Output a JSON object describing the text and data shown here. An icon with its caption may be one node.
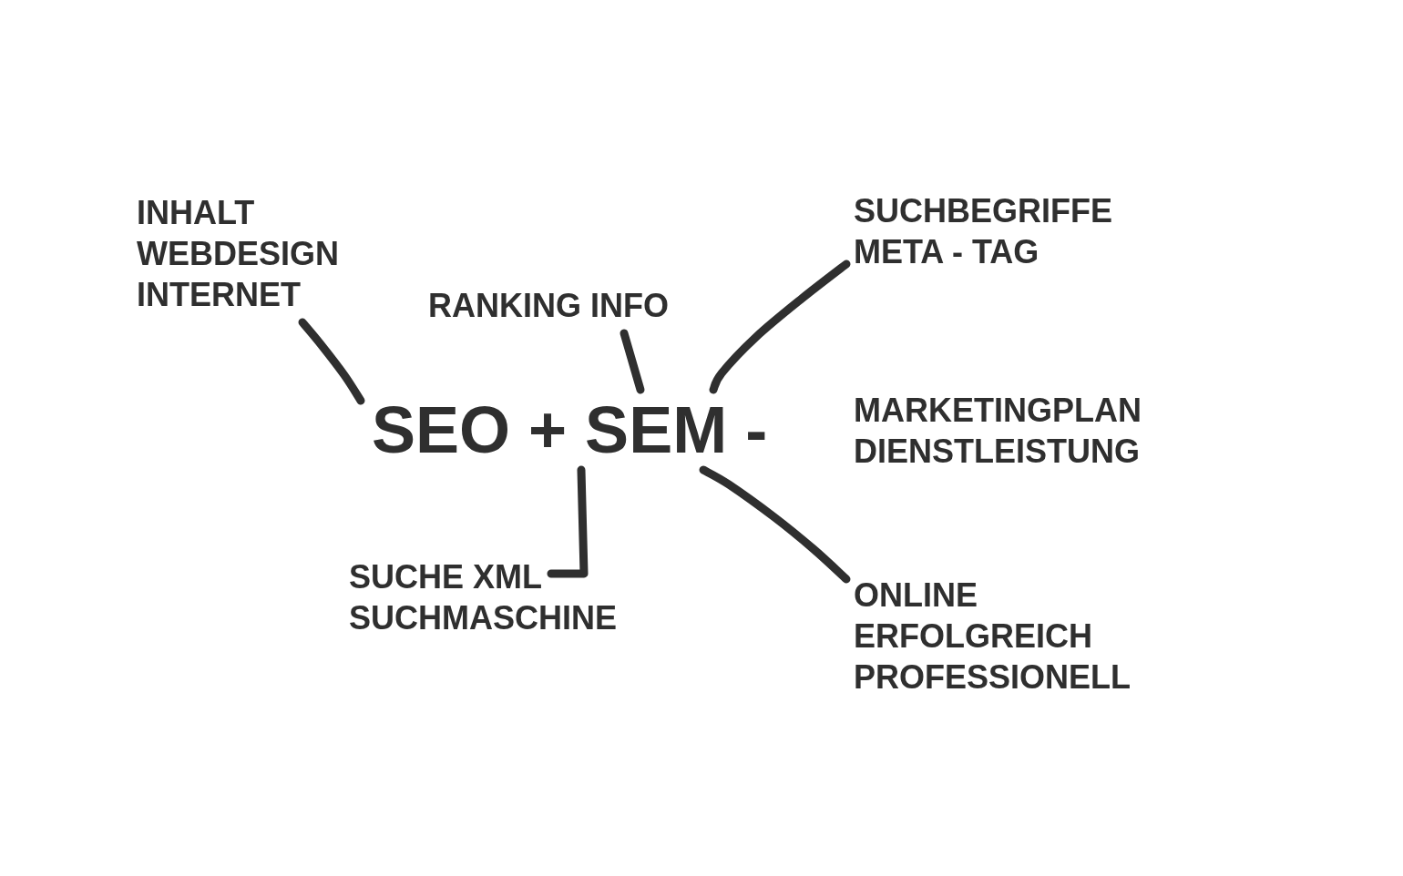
{
  "diagram": {
    "nodes": [
      {
        "text": [
          "SEO + SEM -"
        ]
      },
      {
        "text": [
          "INHALT",
          "WEBDESIGN",
          "INTERNET"
        ]
      },
      {
        "text": [
          "RANKING INFO"
        ]
      },
      {
        "text": [
          "SUCHBEGRIFFE",
          "META - TAG"
        ]
      },
      {
        "text": [
          "SUCHE XML",
          "SUCHMASCHINE"
        ]
      },
      {
        "text": [
          "ONLINE",
          "ERFOLGREICH",
          "PROFESSIONELL"
        ]
      }
    ],
    "edges": [
      {
        "from": 0,
        "to": 1,
        "arrow": "none"
      },
      {
        "from": 0,
        "to": 2,
        "arrow": "none"
      },
      {
        "from": 0,
        "to": 3,
        "arrow": "none"
      },
      {
        "from": 0,
        "to": 4,
        "arrow": "none"
      },
      {
        "from": 0,
        "to": 5,
        "arrow": "none"
      }
    ],
    "labels": [
      "MARKETINGPLAN",
      "DIENSTLEISTUNG"
    ]
  }
}
